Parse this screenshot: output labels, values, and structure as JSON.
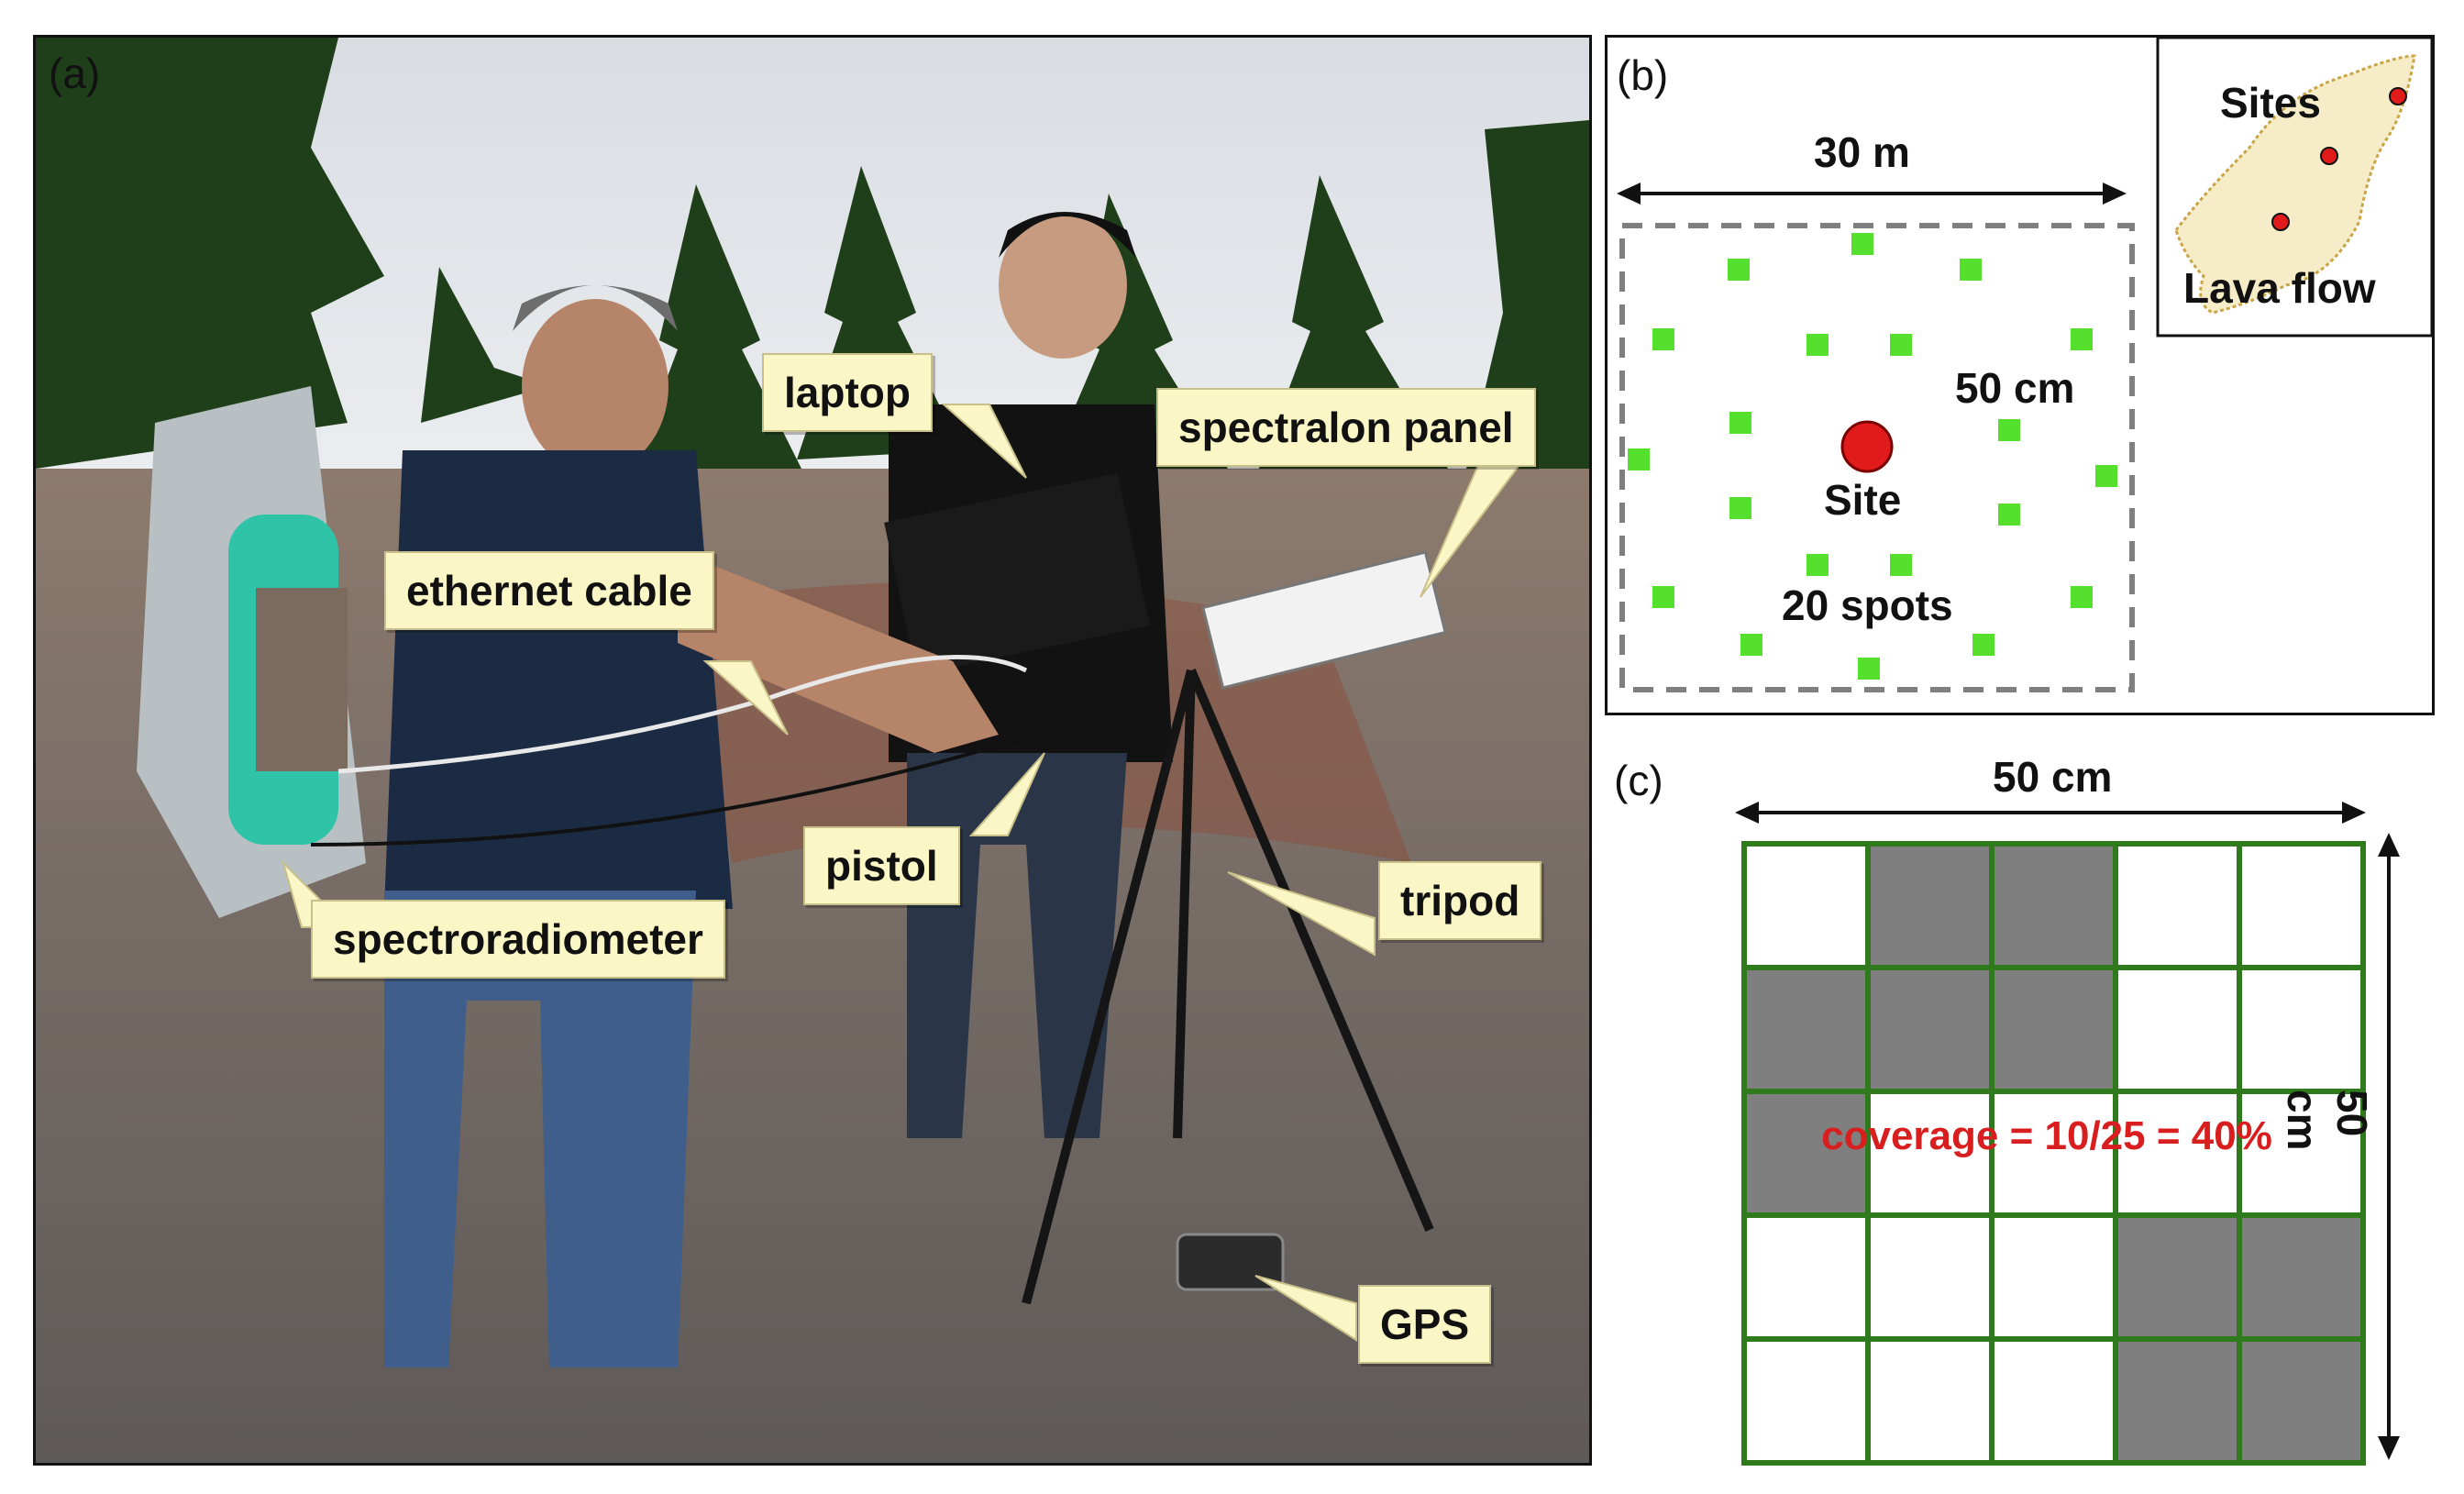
{
  "panel_a": {
    "label": "(a)",
    "callouts": {
      "laptop": "laptop",
      "spectralon": "spectralon panel",
      "ethernet": "ethernet cable",
      "pistol": "pistol",
      "tripod": "tripod",
      "spectroradiometer": "spectroradiometer",
      "gps": "GPS"
    }
  },
  "panel_b": {
    "label": "(b)",
    "width_label": "30 m",
    "spot_size_label": "50 cm",
    "site_label": "Site",
    "spots_label": "20 spots",
    "inset": {
      "sites_label": "Sites",
      "lava_label": "Lava flow"
    },
    "colors": {
      "spot": "#55e02e",
      "site": "#e11b1b",
      "dash": "#7f7f7f"
    }
  },
  "panel_c": {
    "label": "(c)",
    "top_label": "50 cm",
    "side_label": "50 cm",
    "coverage_text": "coverage = 10/25 = 40%",
    "grid": [
      [
        0,
        1,
        1,
        0,
        0
      ],
      [
        1,
        1,
        1,
        0,
        0
      ],
      [
        1,
        0,
        0,
        0,
        0
      ],
      [
        0,
        0,
        0,
        1,
        1
      ],
      [
        0,
        0,
        0,
        1,
        1
      ]
    ],
    "colors": {
      "filled": "#7f7f7f",
      "empty": "#ffffff",
      "line": "#2f7a1c",
      "coverage": "#d81e1e"
    }
  }
}
